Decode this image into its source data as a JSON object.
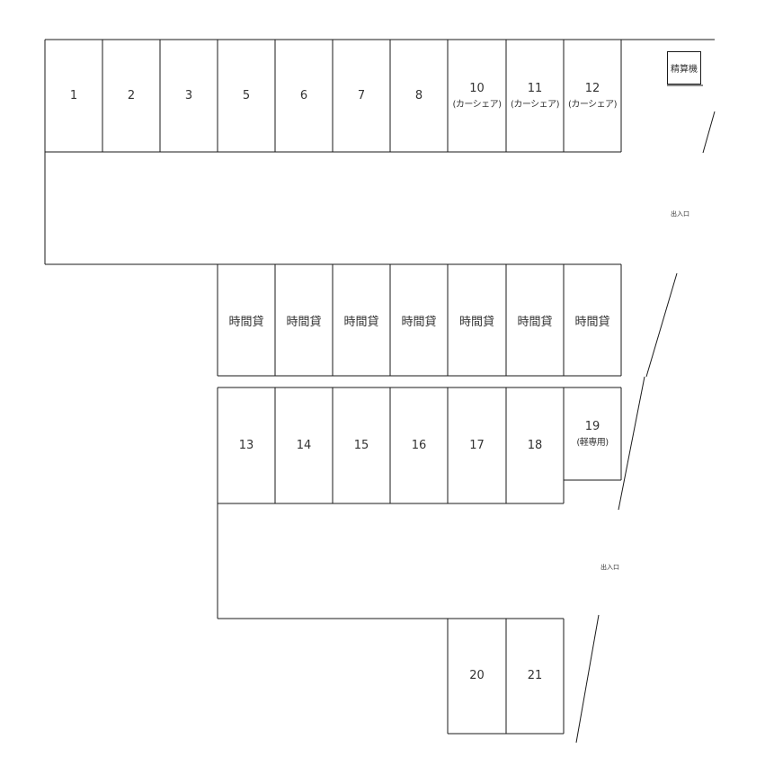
{
  "top_row": [
    {
      "number": "1",
      "note": ""
    },
    {
      "number": "2",
      "note": ""
    },
    {
      "number": "3",
      "note": ""
    },
    {
      "number": "5",
      "note": ""
    },
    {
      "number": "6",
      "note": ""
    },
    {
      "number": "7",
      "note": ""
    },
    {
      "number": "8",
      "note": ""
    },
    {
      "number": "10",
      "note": "(カーシェア)"
    },
    {
      "number": "11",
      "note": "(カーシェア)"
    },
    {
      "number": "12",
      "note": "(カーシェア)"
    }
  ],
  "hourly_row": [
    "時間貸",
    "時間貸",
    "時間貸",
    "時間貸",
    "時間貸",
    "時間貸",
    "時間貸"
  ],
  "middle_row": [
    {
      "number": "13",
      "note": ""
    },
    {
      "number": "14",
      "note": ""
    },
    {
      "number": "15",
      "note": ""
    },
    {
      "number": "16",
      "note": ""
    },
    {
      "number": "17",
      "note": ""
    },
    {
      "number": "18",
      "note": ""
    },
    {
      "number": "19",
      "note": "(軽専用)"
    }
  ],
  "bottom_row": [
    {
      "number": "20",
      "note": ""
    },
    {
      "number": "21",
      "note": ""
    }
  ],
  "payment_machine": "精算機",
  "entrance_top": "出入口",
  "entrance_bottom": "出入口"
}
